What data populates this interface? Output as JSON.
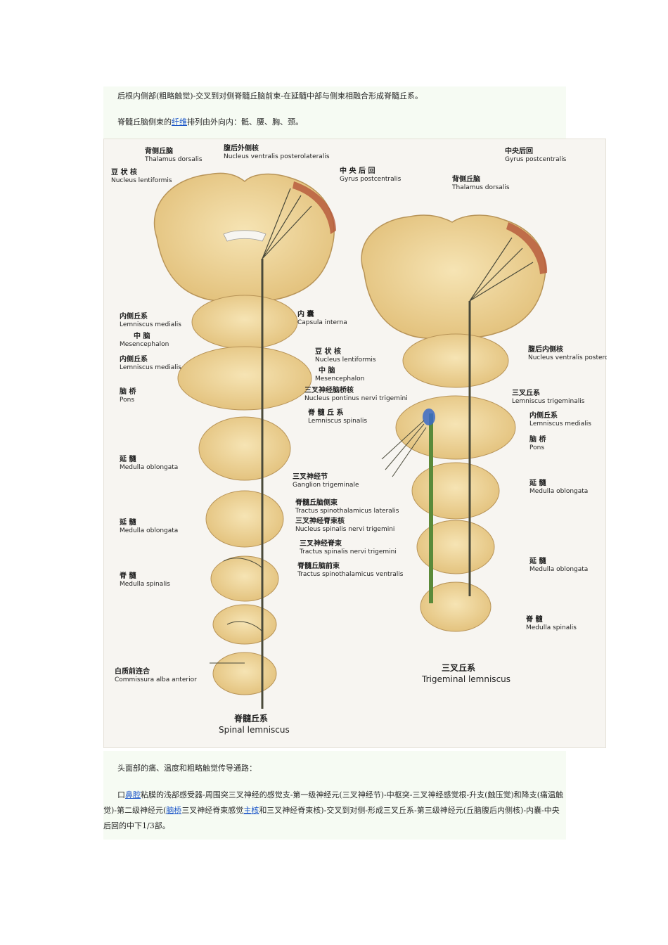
{
  "top_paragraphs": [
    "后根内侧部(粗略触觉)-交叉到对侧脊髓丘脑前束-在延髓中部与侧束相融合形成脊髓丘系。"
  ],
  "fiber_line": {
    "before": "脊髓丘脑侧束的",
    "link": "纤维",
    "after": "排列由外向内：骶、腰、胸、颈。"
  },
  "figure": {
    "left_labels": [
      {
        "cn": "背侧丘脑",
        "en": "Thalamus dorsalis"
      },
      {
        "cn": "豆 状 核",
        "en": "Nucleus lentiformis"
      },
      {
        "cn": "内侧丘系",
        "en": "Lemniscus medialis"
      },
      {
        "cn": "中 脑",
        "en": "Mesencephalon"
      },
      {
        "cn": "内侧丘系",
        "en": "Lemniscus medialis"
      },
      {
        "cn": "脑 桥",
        "en": "Pons"
      },
      {
        "cn": "延 髓",
        "en": "Medulla oblongata"
      },
      {
        "cn": "延 髓",
        "en": "Medulla oblongata"
      },
      {
        "cn": "脊 髓",
        "en": "Medulla spinalis"
      },
      {
        "cn": "白质前连合",
        "en": "Commissura alba anterior"
      }
    ],
    "center_labels": [
      {
        "cn": "腹后外侧核",
        "en": "Nucleus ventralis posterolateralis"
      },
      {
        "cn": "中 央 后 回",
        "en": "Gyrus postcentralis"
      },
      {
        "cn": "内 囊",
        "en": "Capsula interna"
      },
      {
        "cn": "豆 状 核",
        "en": "Nucleus lentiformis"
      },
      {
        "cn": "中 脑",
        "en": "Mesencephalon"
      },
      {
        "cn": "三叉神经脑桥核",
        "en": "Nucleus pontinus nervi trigemini"
      },
      {
        "cn": "脊 髓 丘 系",
        "en": "Lemniscus spinalis"
      },
      {
        "cn": "三叉神经节",
        "en": "Ganglion trigeminale"
      },
      {
        "cn": "脊髓丘脑侧束",
        "en": "Tractus spinothalamicus lateralis"
      },
      {
        "cn": "三叉神经脊束核",
        "en": "Nucleus spinalis nervi trigemini"
      },
      {
        "cn": "三叉神经脊束",
        "en": "Tractus spinalis nervi trigemini"
      },
      {
        "cn": "脊髓丘脑前束",
        "en": "Tractus spinothalamicus ventralis"
      }
    ],
    "right_labels": [
      {
        "cn": "中央后回",
        "en": "Gyrus postcentralis"
      },
      {
        "cn": "背侧丘脑",
        "en": "Thalamus dorsalis"
      },
      {
        "cn": "腹后内侧核",
        "en": "Nucleus ventralis posteromedialis"
      },
      {
        "cn": "三叉丘系",
        "en": "Lemniscus trigeminalis"
      },
      {
        "cn": "内侧丘系",
        "en": "Lemniscus medialis"
      },
      {
        "cn": "脑 桥",
        "en": "Pons"
      },
      {
        "cn": "延 髓",
        "en": "Medulla oblongata"
      },
      {
        "cn": "延 髓",
        "en": "Medulla oblongata"
      },
      {
        "cn": "脊 髓",
        "en": "Medulla spinalis"
      }
    ],
    "captions": [
      {
        "cn": "脊髓丘系",
        "en": "Spinal lemniscus"
      },
      {
        "cn": "三叉丘系",
        "en": "Trigeminal lemniscus"
      }
    ]
  },
  "section_title": "头面部的痛、温度和粗略触觉传导通路：",
  "pathway": {
    "p1": "口",
    "link1": "鼻腔",
    "p2": "粘膜的浅部感受器-周围突三叉神经的感觉支-第一级神经元(三叉神经节)-中枢突-三叉神经感觉根-升支(触压觉)和降支(痛温触觉)-第二级神经元(",
    "link2": "脑桥",
    "p3": "三叉神经脊束感觉",
    "link3": "主核",
    "p4": "和三叉神经脊束核)-交叉到对侧-形成三叉丘系-第三级神经元(丘脑腹后内侧核)-内囊-中央后回的中下1/3部。"
  },
  "colors": {
    "tissue": "#f0d9a0",
    "tissue_dark": "#e2c07a",
    "tract": "#4a4a3a",
    "tract_green": "#5a8a3a",
    "cortex_red": "#b5563a",
    "link": "#1a55c8"
  }
}
